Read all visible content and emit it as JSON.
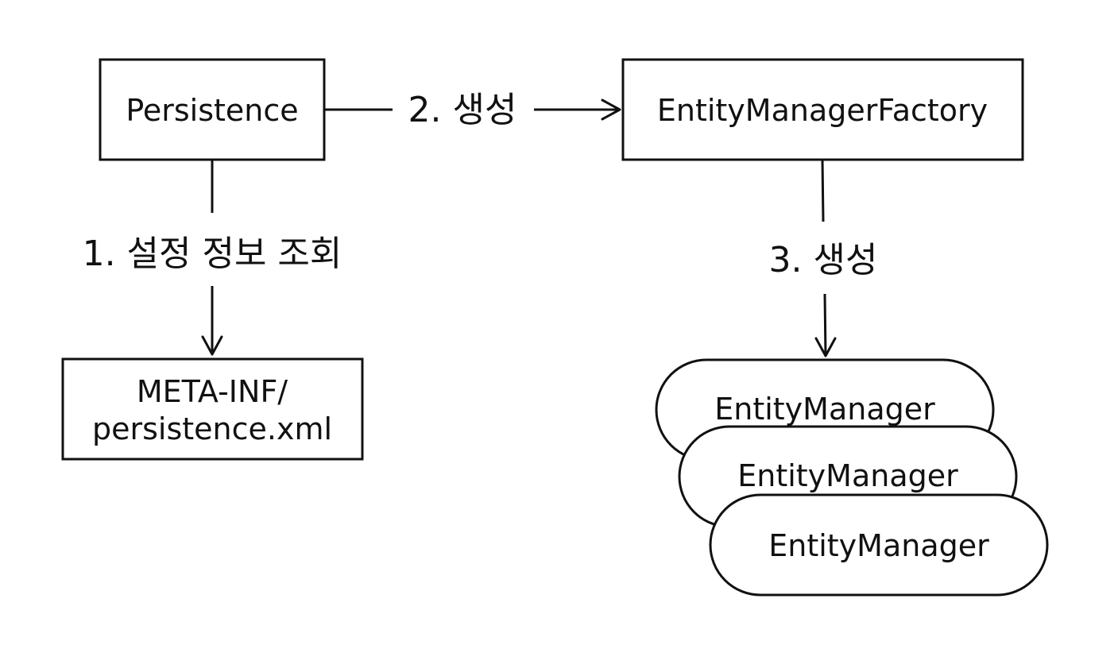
{
  "nodes": {
    "persistence": {
      "label": "Persistence"
    },
    "emf": {
      "label": "EntityManagerFactory"
    },
    "config": {
      "line1": "META-INF/",
      "line2": "persistence.xml"
    },
    "entity_managers": [
      {
        "label": "EntityManager"
      },
      {
        "label": "EntityManager"
      },
      {
        "label": "EntityManager"
      }
    ]
  },
  "edges": {
    "lookup": {
      "label": "1. 설정 정보 조회"
    },
    "create_factory": {
      "label": "2. 생성"
    },
    "create_manager": {
      "label": "3. 생성"
    }
  },
  "colors": {
    "stroke": "#111111",
    "background": "#ffffff"
  }
}
